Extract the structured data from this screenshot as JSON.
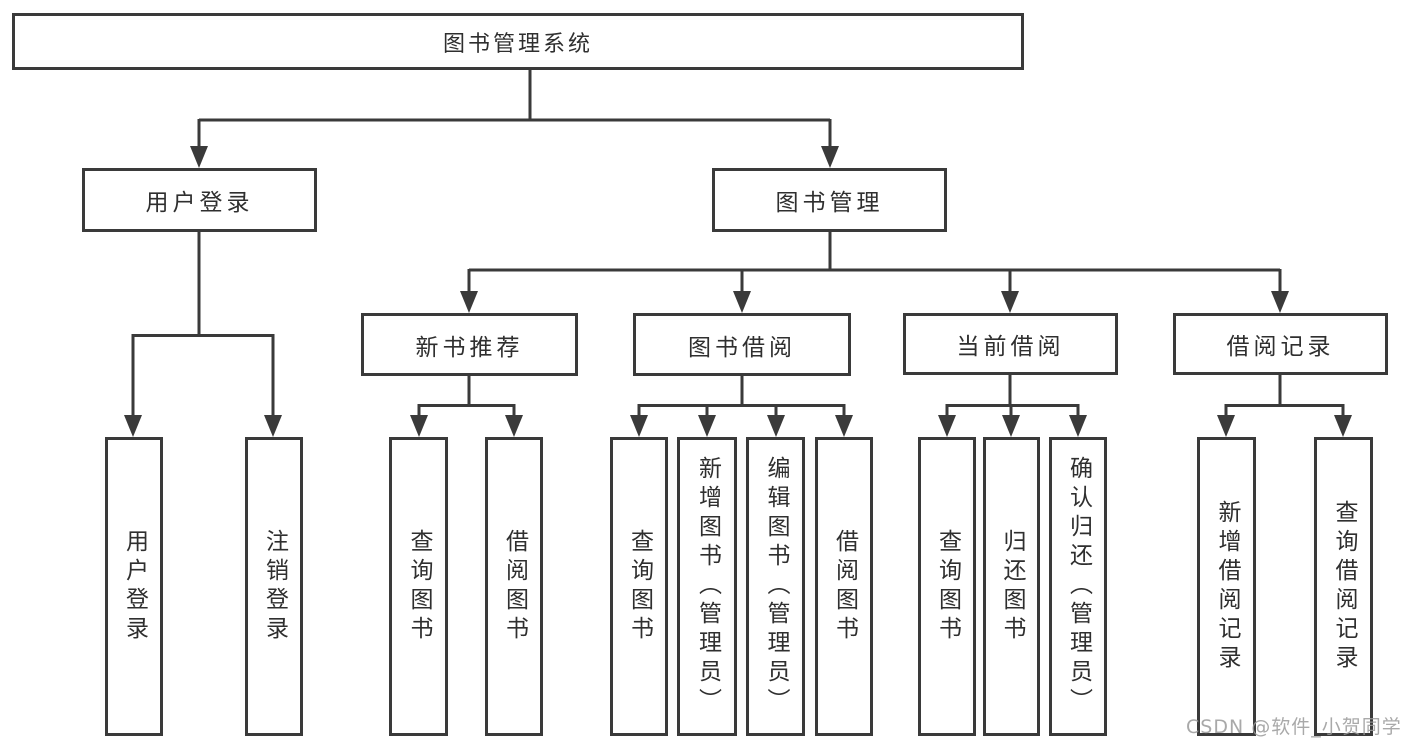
{
  "diagram_title": "图书管理系统",
  "tree": {
    "label": "图书管理系统",
    "children": [
      {
        "label": "用户登录",
        "children": [
          {
            "label": "用户登录"
          },
          {
            "label": "注销登录"
          }
        ]
      },
      {
        "label": "图书管理",
        "children": [
          {
            "label": "新书推荐",
            "children": [
              {
                "label": "查询图书"
              },
              {
                "label": "借阅图书"
              }
            ]
          },
          {
            "label": "图书借阅",
            "children": [
              {
                "label": "查询图书"
              },
              {
                "label": "新增图书（管理员）"
              },
              {
                "label": "编辑图书（管理员）"
              },
              {
                "label": "借阅图书"
              }
            ]
          },
          {
            "label": "当前借阅",
            "children": [
              {
                "label": "查询图书"
              },
              {
                "label": "归还图书"
              },
              {
                "label": "确认归还（管理员）"
              }
            ]
          },
          {
            "label": "借阅记录",
            "children": [
              {
                "label": "新增借阅记录"
              },
              {
                "label": "查询借阅记录"
              }
            ]
          }
        ]
      }
    ]
  },
  "watermark": {
    "text": "CSDN @软件_小贺同学"
  },
  "colors": {
    "line": "#3a3a3a",
    "box_border": "#3a3a3a",
    "text": "#2f2f2f",
    "background": "#ffffff",
    "watermark": "#9a9a9a"
  }
}
